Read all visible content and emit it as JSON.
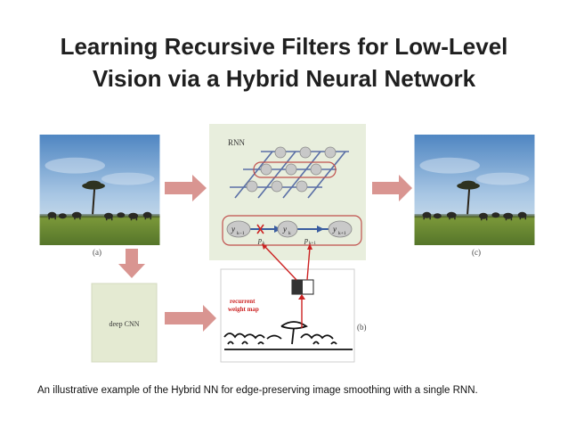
{
  "slide": {
    "title_line1": "Learning Recursive Filters for Low-Level",
    "title_line2": "Vision via a Hybrid Neural Network",
    "caption": "An illustrative example of the Hybrid NN for edge-preserving image smoothing with a single RNN."
  },
  "figure": {
    "label_a": "(a)",
    "label_b": "(b)",
    "label_c": "(c)",
    "rnn_label": "RNN",
    "cnn_label": "deep CNN",
    "weight_map_label_line1": "recurrent",
    "weight_map_label_line2": "weight map",
    "node_prev": "y",
    "node_prev_sub": "k−1",
    "node_cur": "y",
    "node_cur_sub": "k",
    "node_next": "y",
    "node_next_sub": "k+1",
    "weight_p": "p",
    "weight_p_sub": "k",
    "weight_p_next": "p",
    "weight_p_next_sub": "k+1"
  },
  "colors": {
    "arrow_fill": "#d99591",
    "cnn_box": "#e4ead2",
    "rnn_panel": "#e8eedd",
    "node_fill": "#c8c8c8",
    "grid_line": "#5a6fa6",
    "highlight_outline": "#c0504d",
    "red_accent": "#cc2222",
    "sky_top": "#5d8fc6",
    "grass": "#6b8c2c"
  }
}
